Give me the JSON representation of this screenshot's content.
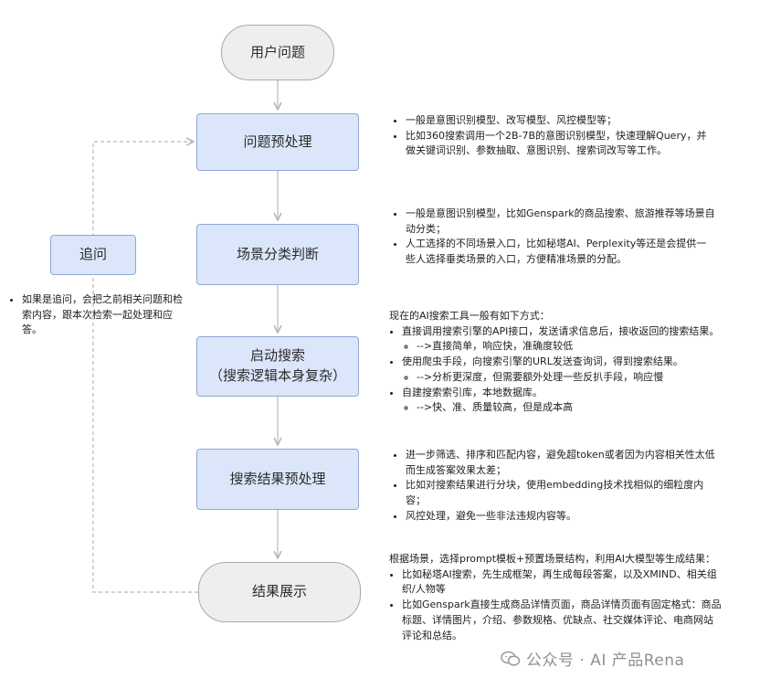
{
  "nodes": {
    "user_question": "用户问题",
    "preprocess": "问题预处理",
    "scene_judge": "场景分类判断",
    "search_line1": "启动搜索",
    "search_line2": "（搜索逻辑本身复杂）",
    "result_preprocess": "搜索结果预处理",
    "result_show": "结果展示",
    "followup": "追问"
  },
  "notes": {
    "preprocess": [
      "一般是意图识别模型、改写模型、风控模型等；",
      "比如360搜索调用一个2B-7B的意图识别模型，快速理解Query，并做关键词识别、参数抽取、意图识别、搜索词改写等工作。"
    ],
    "scene": [
      "一般是意图识别模型，比如Genspark的商品搜索、旅游推荐等场景自动分类；",
      "人工选择的不同场景入口，比如秘塔AI、Perplexity等还是会提供一些人选择垂类场景的入口，方便精准场景的分配。"
    ],
    "followup": [
      "如果是追问，会把之前相关问题和检索内容，跟本次检索一起处理和应答。"
    ],
    "search": {
      "intro": "现在的AI搜索工具一般有如下方式：",
      "items": [
        {
          "text": "直接调用搜索引擎的API接口，发送请求信息后，接收返回的搜索结果。",
          "sub": "-->直接简单，响应快，准确度较低"
        },
        {
          "text": "使用爬虫手段，向搜索引擎的URL发送查询词，得到搜索结果。",
          "sub": "-->分析更深度，但需要额外处理一些反扒手段，响应慢"
        },
        {
          "text": "自建搜索索引库，本地数据库。",
          "sub": "-->快、准、质量较高，但是成本高"
        }
      ]
    },
    "result_preprocess": [
      "进一步筛选、排序和匹配内容，避免超token或者因为内容相关性太低而生成答案效果太差；",
      "比如对搜索结果进行分块，使用embedding技术找相似的细粒度内容；",
      "风控处理，避免一些非法违规内容等。"
    ],
    "result_show": {
      "intro": "根据场景，选择prompt模板+预置场景结构，利用AI大模型等生成结果：",
      "items": [
        "比如秘塔AI搜索，先生成框架，再生成每段答案，以及XMIND、相关组织/人物等",
        "比如Genspark直接生成商品详情页面，商品详情页面有固定格式：商品标题、详情图片，介绍、参数规格、优缺点、社交媒体评论、电商网站评论和总结。"
      ]
    }
  },
  "watermark": "公众号 · AI 产品Rena",
  "colors": {
    "box_fill": "#dbe6fb",
    "box_border": "#8fa6d8",
    "pill_fill": "#eeeeee",
    "arrow": "#bdbdbd"
  }
}
